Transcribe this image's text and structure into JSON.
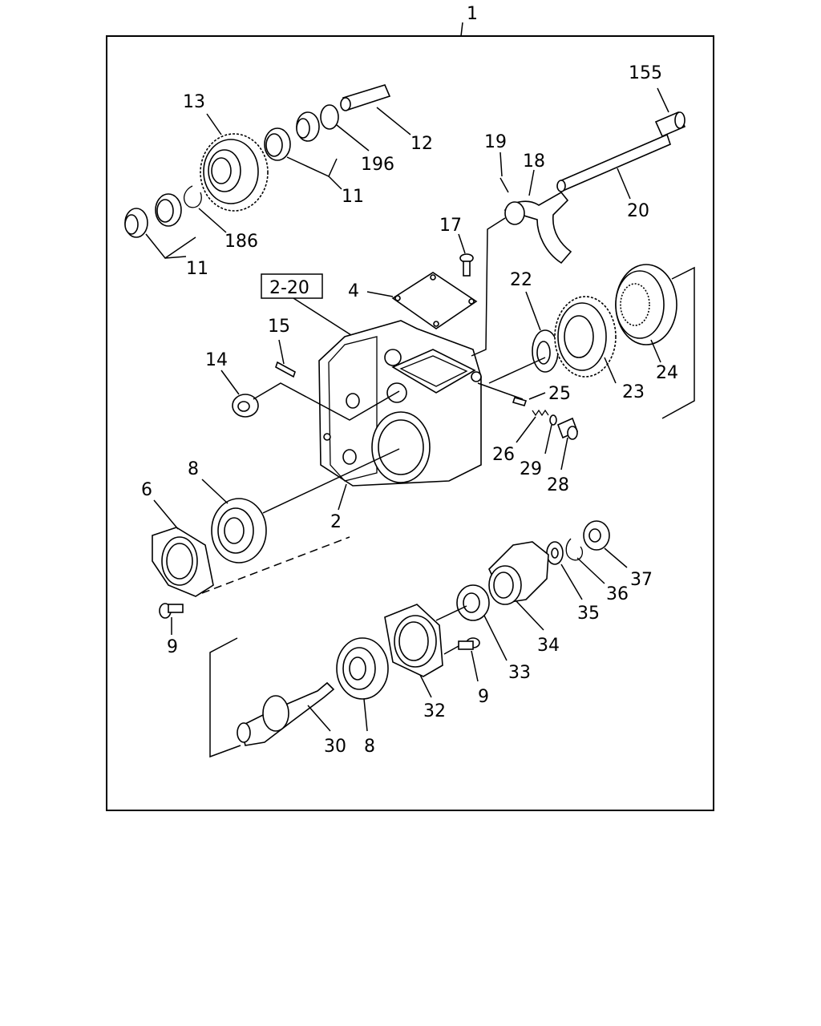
{
  "diagram": {
    "assembly_number": "1",
    "reference_box": "2-20",
    "callouts": {
      "c155": "155",
      "c13": "13",
      "c12": "12",
      "c196": "196",
      "c11a": "11",
      "c19": "19",
      "c18": "18",
      "c20": "20",
      "c186": "186",
      "c11b": "11",
      "c17": "17",
      "c4": "4",
      "c22": "22",
      "c15": "15",
      "c14": "14",
      "c24": "24",
      "c25": "25",
      "c23": "23",
      "c26": "26",
      "c29": "29",
      "c28": "28",
      "c6": "6",
      "c8a": "8",
      "c2": "2",
      "c37": "37",
      "c36": "36",
      "c35": "35",
      "c34": "34",
      "c9a": "9",
      "c33": "33",
      "c9b": "9",
      "c32": "32",
      "c30": "30",
      "c8b": "8"
    }
  }
}
